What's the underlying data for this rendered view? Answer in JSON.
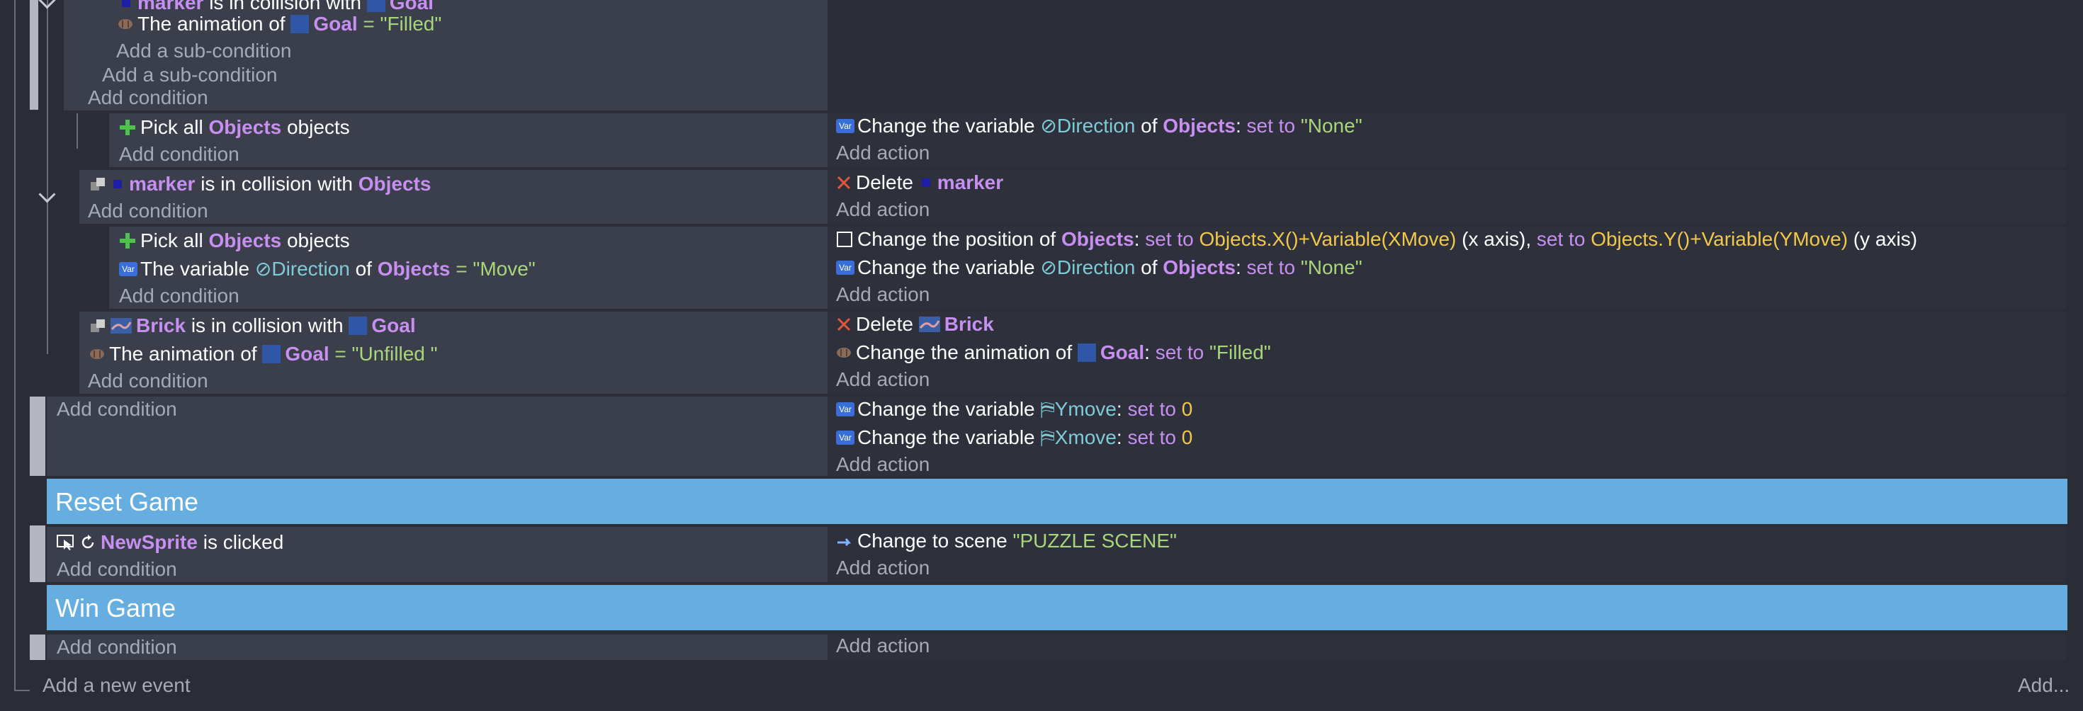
{
  "colors": {
    "background": "#2a2c36",
    "condition_bg": "#3b3e4b",
    "action_bg": "#2e303b",
    "group_bar": "#66ade0",
    "object_name": "#c68ff0",
    "string_value": "#a7d67c",
    "number_value": "#f0c84a",
    "variable_name": "#7fcbd8"
  },
  "labels": {
    "add_condition": "Add condition",
    "add_action": "Add action",
    "add_sub_condition": "Add a sub-condition",
    "add_new_event": "Add a new event",
    "add_menu": "Add..."
  },
  "top_partial": {
    "row0_obj": "marker",
    "row0_text": "is in collision with",
    "row0_target": "Goal",
    "row1_prefix": "The animation of",
    "row1_obj": "Goal",
    "row1_op": "=",
    "row1_value": "\"Filled\""
  },
  "events": {
    "pick1": {
      "cond_prefix": "Pick all",
      "cond_obj": "Objects",
      "cond_suffix": "objects",
      "act_prefix": "Change the variable",
      "act_var": "Direction",
      "act_of": "of",
      "act_obj": "Objects",
      "act_colon": ":",
      "act_set": "set to",
      "act_value": "\"None\""
    },
    "marker_coll": {
      "cond_obj": "marker",
      "cond_text": "is in collision with",
      "cond_target": "Objects",
      "act_verb": "Delete",
      "act_obj": "marker"
    },
    "pick2": {
      "cond_prefix": "Pick all",
      "cond_obj": "Objects",
      "cond_suffix": "objects",
      "cond2_prefix": "The variable",
      "cond2_var": "Direction",
      "cond2_of": "of",
      "cond2_obj": "Objects",
      "cond2_op": "=",
      "cond2_value": "\"Move\"",
      "act1_prefix": "Change the position of",
      "act1_obj": "Objects",
      "act1_colon": ":",
      "act1_set_x": "set to",
      "act1_expr_x": "Objects.X()+Variable(XMove)",
      "act1_axis_x": "(x axis),",
      "act1_set_y": "set to",
      "act1_expr_y": "Objects.Y()+Variable(YMove)",
      "act1_axis_y": "(y axis)",
      "act2_prefix": "Change the variable",
      "act2_var": "Direction",
      "act2_of": "of",
      "act2_obj": "Objects",
      "act2_colon": ":",
      "act2_set": "set to",
      "act2_value": "\"None\""
    },
    "brick": {
      "cond_obj": "Brick",
      "cond_text": "is in collision with",
      "cond_target": "Goal",
      "cond2_prefix": "The animation of",
      "cond2_obj": "Goal",
      "cond2_op": "=",
      "cond2_value": "\"Unfilled \"",
      "act1_verb": "Delete",
      "act1_obj": "Brick",
      "act2_prefix": "Change the animation of",
      "act2_obj": "Goal",
      "act2_colon": ":",
      "act2_set": "set to",
      "act2_value": "\"Filled\""
    },
    "reset_vars": {
      "act1_prefix": "Change the variable",
      "act1_var": "Ymove",
      "act1_colon": ":",
      "act1_set": "set to",
      "act1_value": "0",
      "act2_prefix": "Change the variable",
      "act2_var": "Xmove",
      "act2_colon": ":",
      "act2_set": "set to",
      "act2_value": "0"
    }
  },
  "groups": {
    "reset": {
      "title": "Reset Game"
    },
    "win": {
      "title": "Win Game"
    }
  },
  "reset_event": {
    "cond_obj": "NewSprite",
    "cond_text": "is clicked",
    "act_prefix": "Change to scene",
    "act_value": "\"PUZZLE SCENE\""
  }
}
